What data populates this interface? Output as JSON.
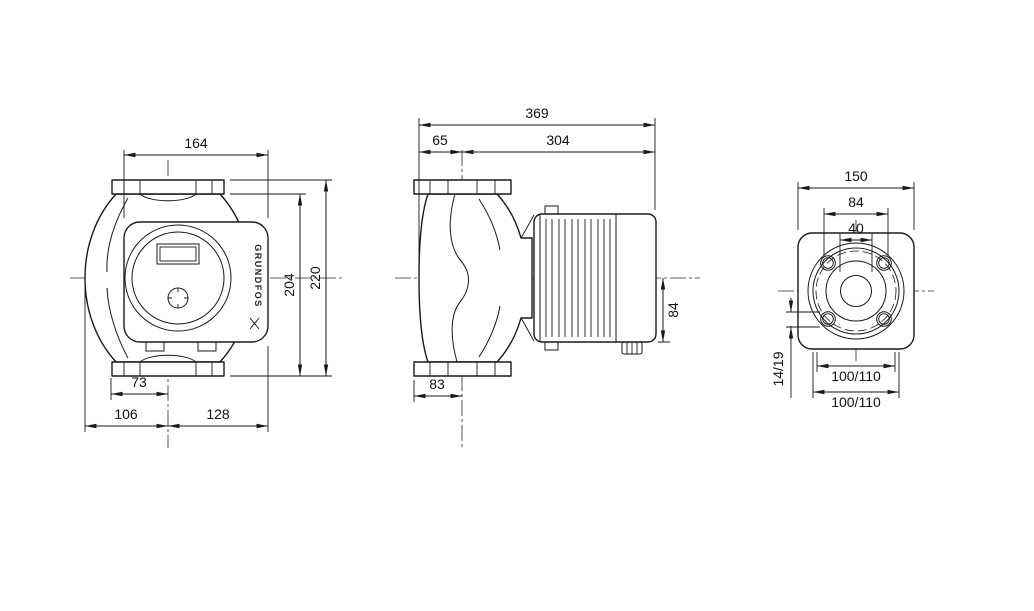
{
  "drawing": {
    "brand": "GRUNDFOS",
    "views": {
      "front": {
        "dims": {
          "head_width": "164",
          "height_inner": "204",
          "port_to_port": "220",
          "center_to_edge": "73",
          "left_width": "106",
          "right_width": "128"
        }
      },
      "side": {
        "dims": {
          "total_length": "369",
          "nose_to_axis": "65",
          "axis_to_end": "304",
          "axis_to_bottom": "84",
          "flange_depth": "83"
        }
      },
      "flange": {
        "dims": {
          "flange_od": "150",
          "face_od": "84",
          "bore": "40",
          "bolt_holes": "14/19",
          "pitch_circles": "100/110",
          "pitch_circles_2": "100/110"
        }
      }
    }
  }
}
